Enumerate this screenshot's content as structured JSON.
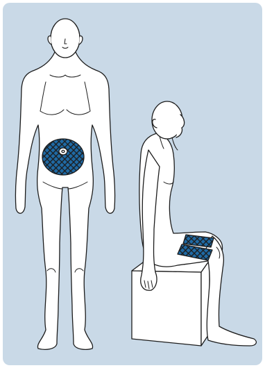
{
  "illustration": {
    "background_color": "#c9d9e7",
    "highlight_color": "#1f6aa5",
    "figures": [
      {
        "pose": "standing-front",
        "highlighted_area": "abdomen-around-navel"
      },
      {
        "pose": "seated-side",
        "highlighted_area": "front-of-thighs"
      }
    ],
    "props": [
      "box-seat"
    ]
  }
}
